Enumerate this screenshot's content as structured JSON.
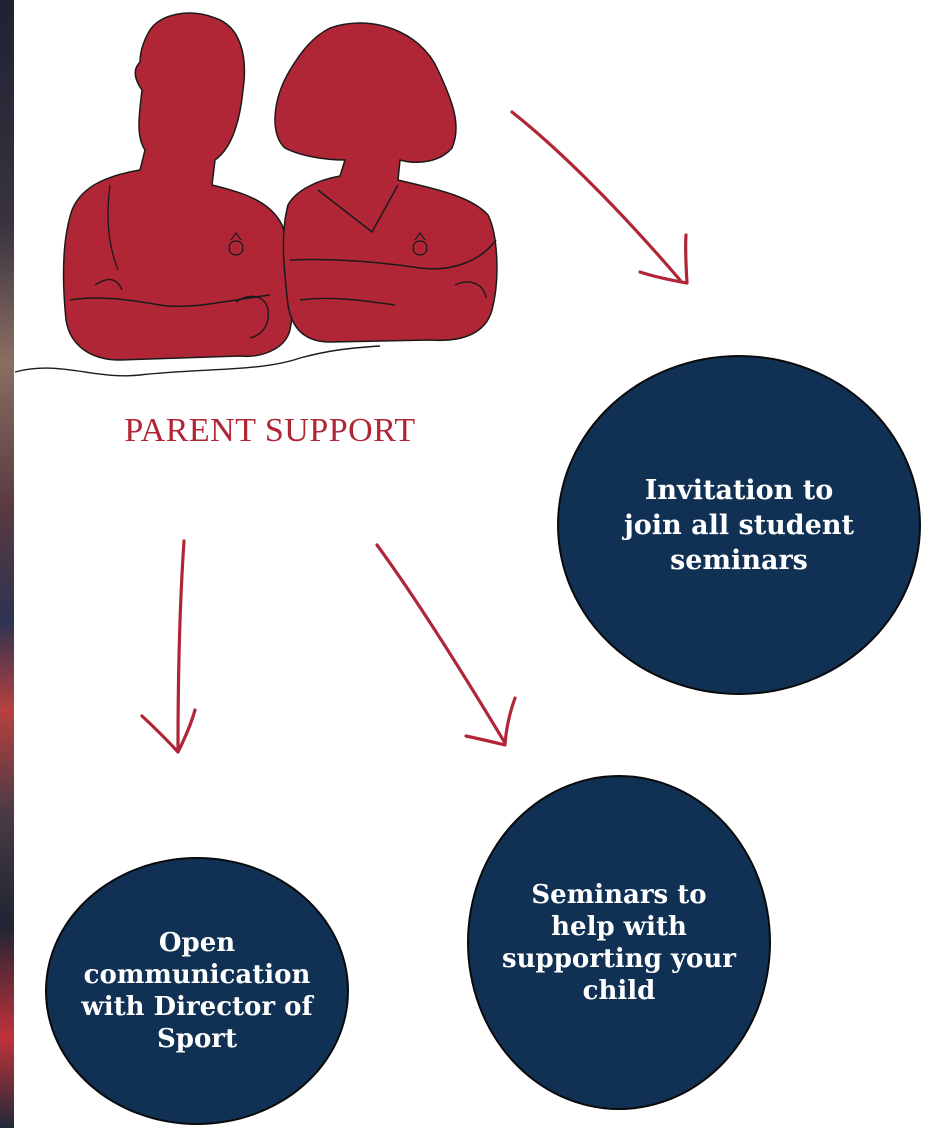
{
  "title": "PARENT SUPPORT",
  "nodes": [
    {
      "id": "invitation",
      "label": "Invitation to join all student seminars"
    },
    {
      "id": "communication",
      "label": "Open communication with Director of Sport"
    },
    {
      "id": "seminars",
      "label": "Seminars to help with supporting your child"
    }
  ],
  "colors": {
    "accent_red": "#b02636",
    "figure_red": "#b12636",
    "circle_navy": "#103154",
    "text_white": "#ffffff"
  }
}
